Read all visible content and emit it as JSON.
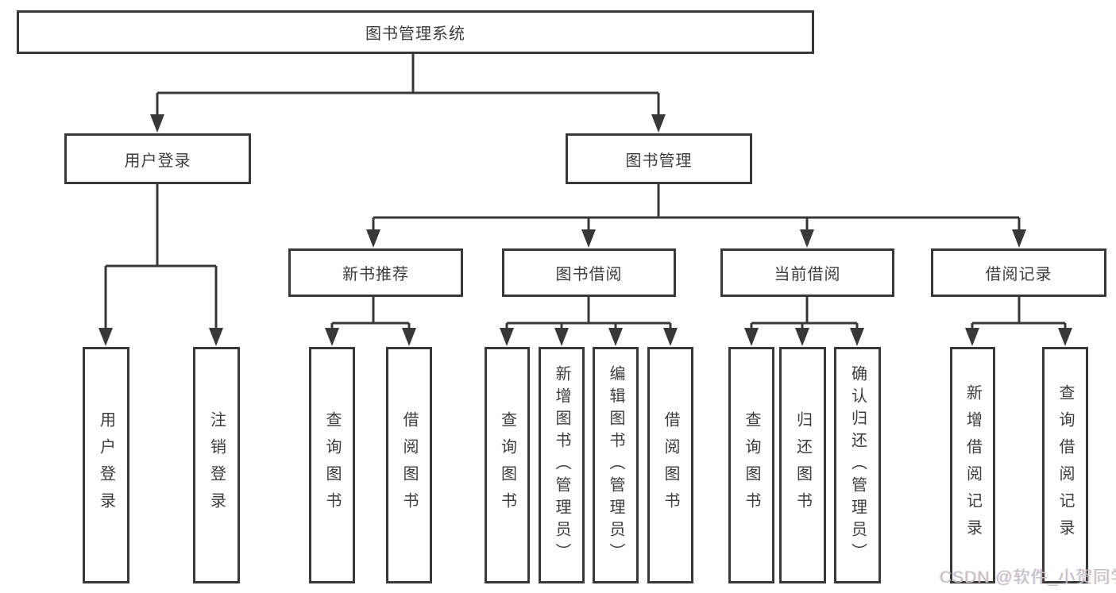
{
  "tree": {
    "label": "图书管理系统",
    "children": [
      {
        "label": "用户登录",
        "children": [
          {
            "label": "用户登录"
          },
          {
            "label": "注销登录"
          }
        ]
      },
      {
        "label": "图书管理",
        "children": [
          {
            "label": "新书推荐",
            "children": [
              {
                "label": "查询图书"
              },
              {
                "label": "借阅图书"
              }
            ]
          },
          {
            "label": "图书借阅",
            "children": [
              {
                "label": "查询图书"
              },
              {
                "label": "新增图书（管理员）"
              },
              {
                "label": "编辑图书（管理员）"
              },
              {
                "label": "借阅图书"
              }
            ]
          },
          {
            "label": "当前借阅",
            "children": [
              {
                "label": "查询图书"
              },
              {
                "label": "归还图书"
              },
              {
                "label": "确认归还（管理员）"
              }
            ]
          },
          {
            "label": "借阅记录",
            "children": [
              {
                "label": "新增借阅记录"
              },
              {
                "label": "查询借阅记录"
              }
            ]
          }
        ]
      }
    ]
  },
  "watermark": {
    "text": "CSDN @软件_小贺同学"
  },
  "colors": {
    "line": "#383838",
    "text": "#3d3d3d",
    "box_fill": "#ffffff",
    "watermark": "#c2c2c2"
  }
}
